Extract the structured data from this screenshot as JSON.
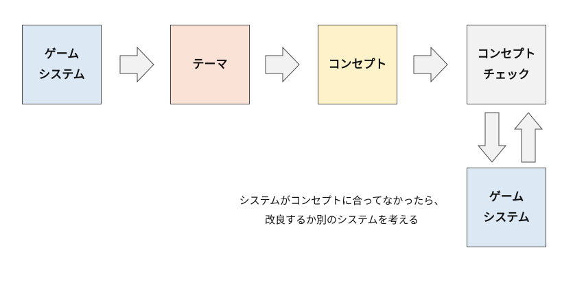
{
  "colors": {
    "box_game_system": "#dde8f5",
    "box_theme": "#fbe2d6",
    "box_concept": "#fef2cb",
    "box_concept_check": "#f2f2f2",
    "arrow_fill": "#f2f2f2",
    "arrow_stroke": "#4a4a4a"
  },
  "boxes": {
    "game_system_start": "ゲーム\nシステム",
    "theme": "テーマ",
    "concept": "コンセプト",
    "concept_check": "コンセプト\nチェック",
    "game_system_loop": "ゲーム\nシステム"
  },
  "note": {
    "line1": "システムがコンセプトに合ってなかったら、",
    "line2": "改良するか別のシステムを考える"
  }
}
